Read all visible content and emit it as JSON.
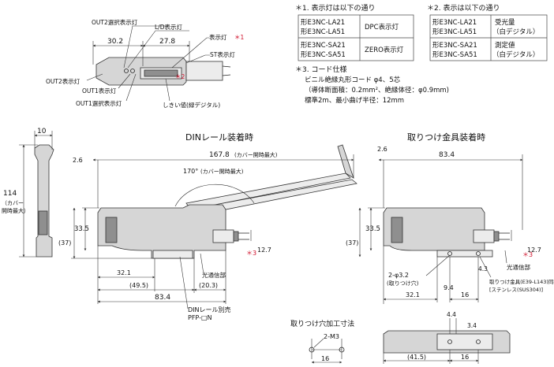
{
  "top_view": {
    "labels": {
      "out2_sel": "OUT2選択表示灯",
      "ld": "L/D表示灯",
      "disp": "表示灯",
      "disp_mark": "＊1",
      "st": "ST表示灯",
      "out2": "OUT2表示灯",
      "out1": "OUT1表示灯",
      "out1_sel": "OUT1選択表示灯",
      "threshold": "しきい値(緑デジタル)",
      "threshold_mark": "＊2"
    },
    "dims": {
      "d1": "30.2",
      "d2": "27.8"
    }
  },
  "note1": {
    "title": "＊1. 表示灯は以下の通り",
    "rows": [
      {
        "models": [
          "形E3NC-LA21",
          "形E3NC-LA51"
        ],
        "value": "DPC表示灯"
      },
      {
        "models": [
          "形E3NC-SA21",
          "形E3NC-SA51"
        ],
        "value": "ZERO表示灯"
      }
    ]
  },
  "note2": {
    "title": "＊2. 表示は以下の通り",
    "rows": [
      {
        "models": [
          "形E3NC-LA21",
          "形E3NC-LA51"
        ],
        "value": [
          "受光量",
          "（白デジタル）"
        ]
      },
      {
        "models": [
          "形E3NC-SA21",
          "形E3NC-SA51"
        ],
        "value": [
          "測定値",
          "（白デジタル）"
        ]
      }
    ]
  },
  "note3": {
    "lines": [
      "＊3. コード仕様",
      "ビニル絶縁丸形コード φ4、5芯",
      "（導体断面積：0.2mm²、絶縁体径：φ0.9mm)",
      "標準2m、最小曲げ半径：12mm"
    ]
  },
  "side_view": {
    "w": "10",
    "h_main": "114",
    "h_sub1": "（カバー",
    "h_sub2": "開時最大）"
  },
  "din_view": {
    "title": "DINレール装着時",
    "dims": {
      "left": "2.6",
      "total": "167.8",
      "total_note": "(カバー開時最大)",
      "angle": "170°",
      "angle_note": "(カバー開時最大)",
      "height": "33.5",
      "h37": "(37)",
      "cord": "12.7",
      "d321": "32.1",
      "d495": "(49.5)",
      "d203": "(20.3)",
      "d834": "83.4"
    },
    "labels": {
      "receiver": "光通信部",
      "rail1": "DINレール別売",
      "rail2": "PFP-□N",
      "mark3": "＊3"
    }
  },
  "bracket_view": {
    "title": "取りつけ金具装着時",
    "dims": {
      "left": "2.6",
      "total": "83.4",
      "height": "33.5",
      "h37": "(37)",
      "cord": "12.7",
      "d43": "4.3",
      "hole": "2-φ3.2",
      "hole_note": "(取りつけ穴)",
      "d321": "32.1",
      "d94": "9.4",
      "d16": "16"
    },
    "labels": {
      "receiver": "光通信部",
      "bracket1": "取りつけ金具(E39-L143)同梱",
      "bracket2": "[ステンレス(SUS304)]",
      "mark3": "＊3"
    }
  },
  "hole_view": {
    "title": "取りつけ穴加工寸法",
    "label": "2-M3",
    "dim": "16"
  },
  "bottom_view": {
    "dims": {
      "d44": "4.4",
      "d34": "3.4",
      "d415": "(41.5)",
      "d16": "16"
    }
  }
}
